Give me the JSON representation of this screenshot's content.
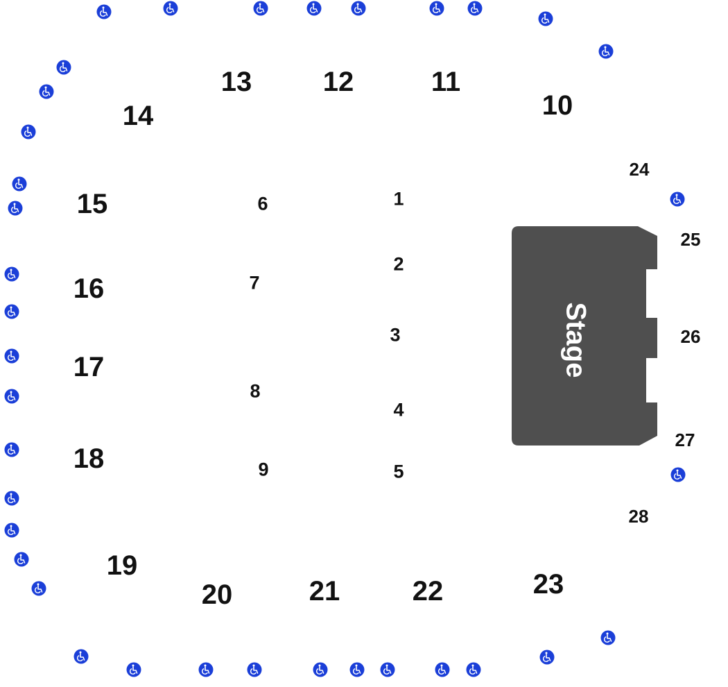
{
  "colors": {
    "stage": "#4f4f4f",
    "accessible_icon": "#1b3fd8",
    "section_text": "#111111",
    "background": "#ffffff"
  },
  "stage": {
    "label": "Stage"
  },
  "sections": {
    "s10": "10",
    "s11": "11",
    "s12": "12",
    "s13": "13",
    "s14": "14",
    "s15": "15",
    "s16": "16",
    "s17": "17",
    "s18": "18",
    "s19": "19",
    "s20": "20",
    "s21": "21",
    "s22": "22",
    "s23": "23",
    "s1": "1",
    "s2": "2",
    "s3": "3",
    "s4": "4",
    "s5": "5",
    "s6": "6",
    "s7": "7",
    "s8": "8",
    "s9": "9",
    "s24": "24",
    "s25": "25",
    "s26": "26",
    "s27": "27",
    "s28": "28"
  },
  "icons": {
    "accessible": "wheelchair-icon"
  }
}
